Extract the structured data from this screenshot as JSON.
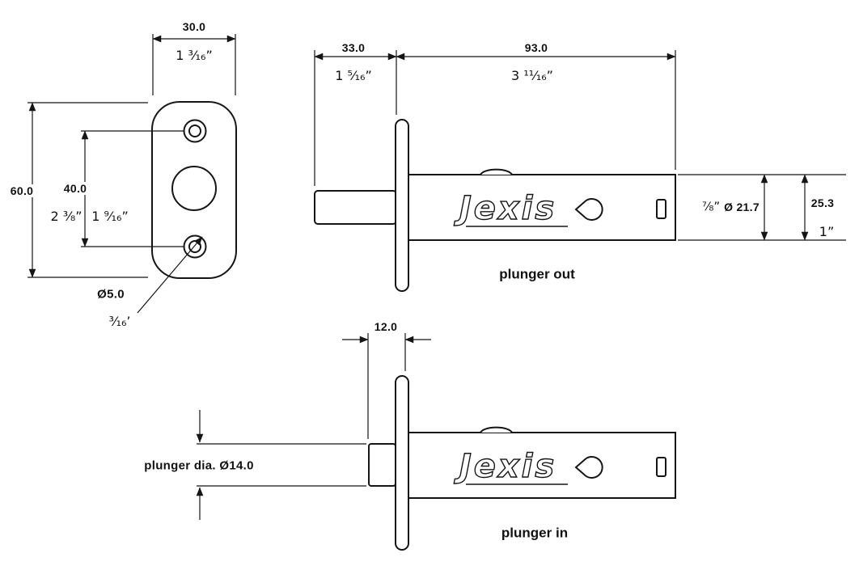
{
  "brand": "Jexis",
  "faceplate": {
    "width_mm": "30.0",
    "width_in": "1 ³⁄₁₆”",
    "height_mm": "60.0",
    "height_in": "2 ³⁄₈”",
    "hole_spacing_mm": "40.0",
    "hole_spacing_in": "1 ⁹⁄₁₆”",
    "hole_dia_mm": "Ø5.0",
    "hole_dia_in": "³⁄₁₆’"
  },
  "plunger_out": {
    "caption": "plunger out",
    "protrusion_mm": "33.0",
    "protrusion_in": "1 ⁵⁄₁₆”",
    "body_length_mm": "93.0",
    "body_length_in": "3 ¹¹⁄₁₆”",
    "diameter_in": "⁷⁄₈”",
    "diameter_mm": "Ø 21.7",
    "height_mm": "25.3",
    "height_in": "1”"
  },
  "plunger_in": {
    "caption": "plunger in",
    "protrusion_mm": "12.0",
    "plunger_dia_label": "plunger dia. Ø14.0"
  }
}
